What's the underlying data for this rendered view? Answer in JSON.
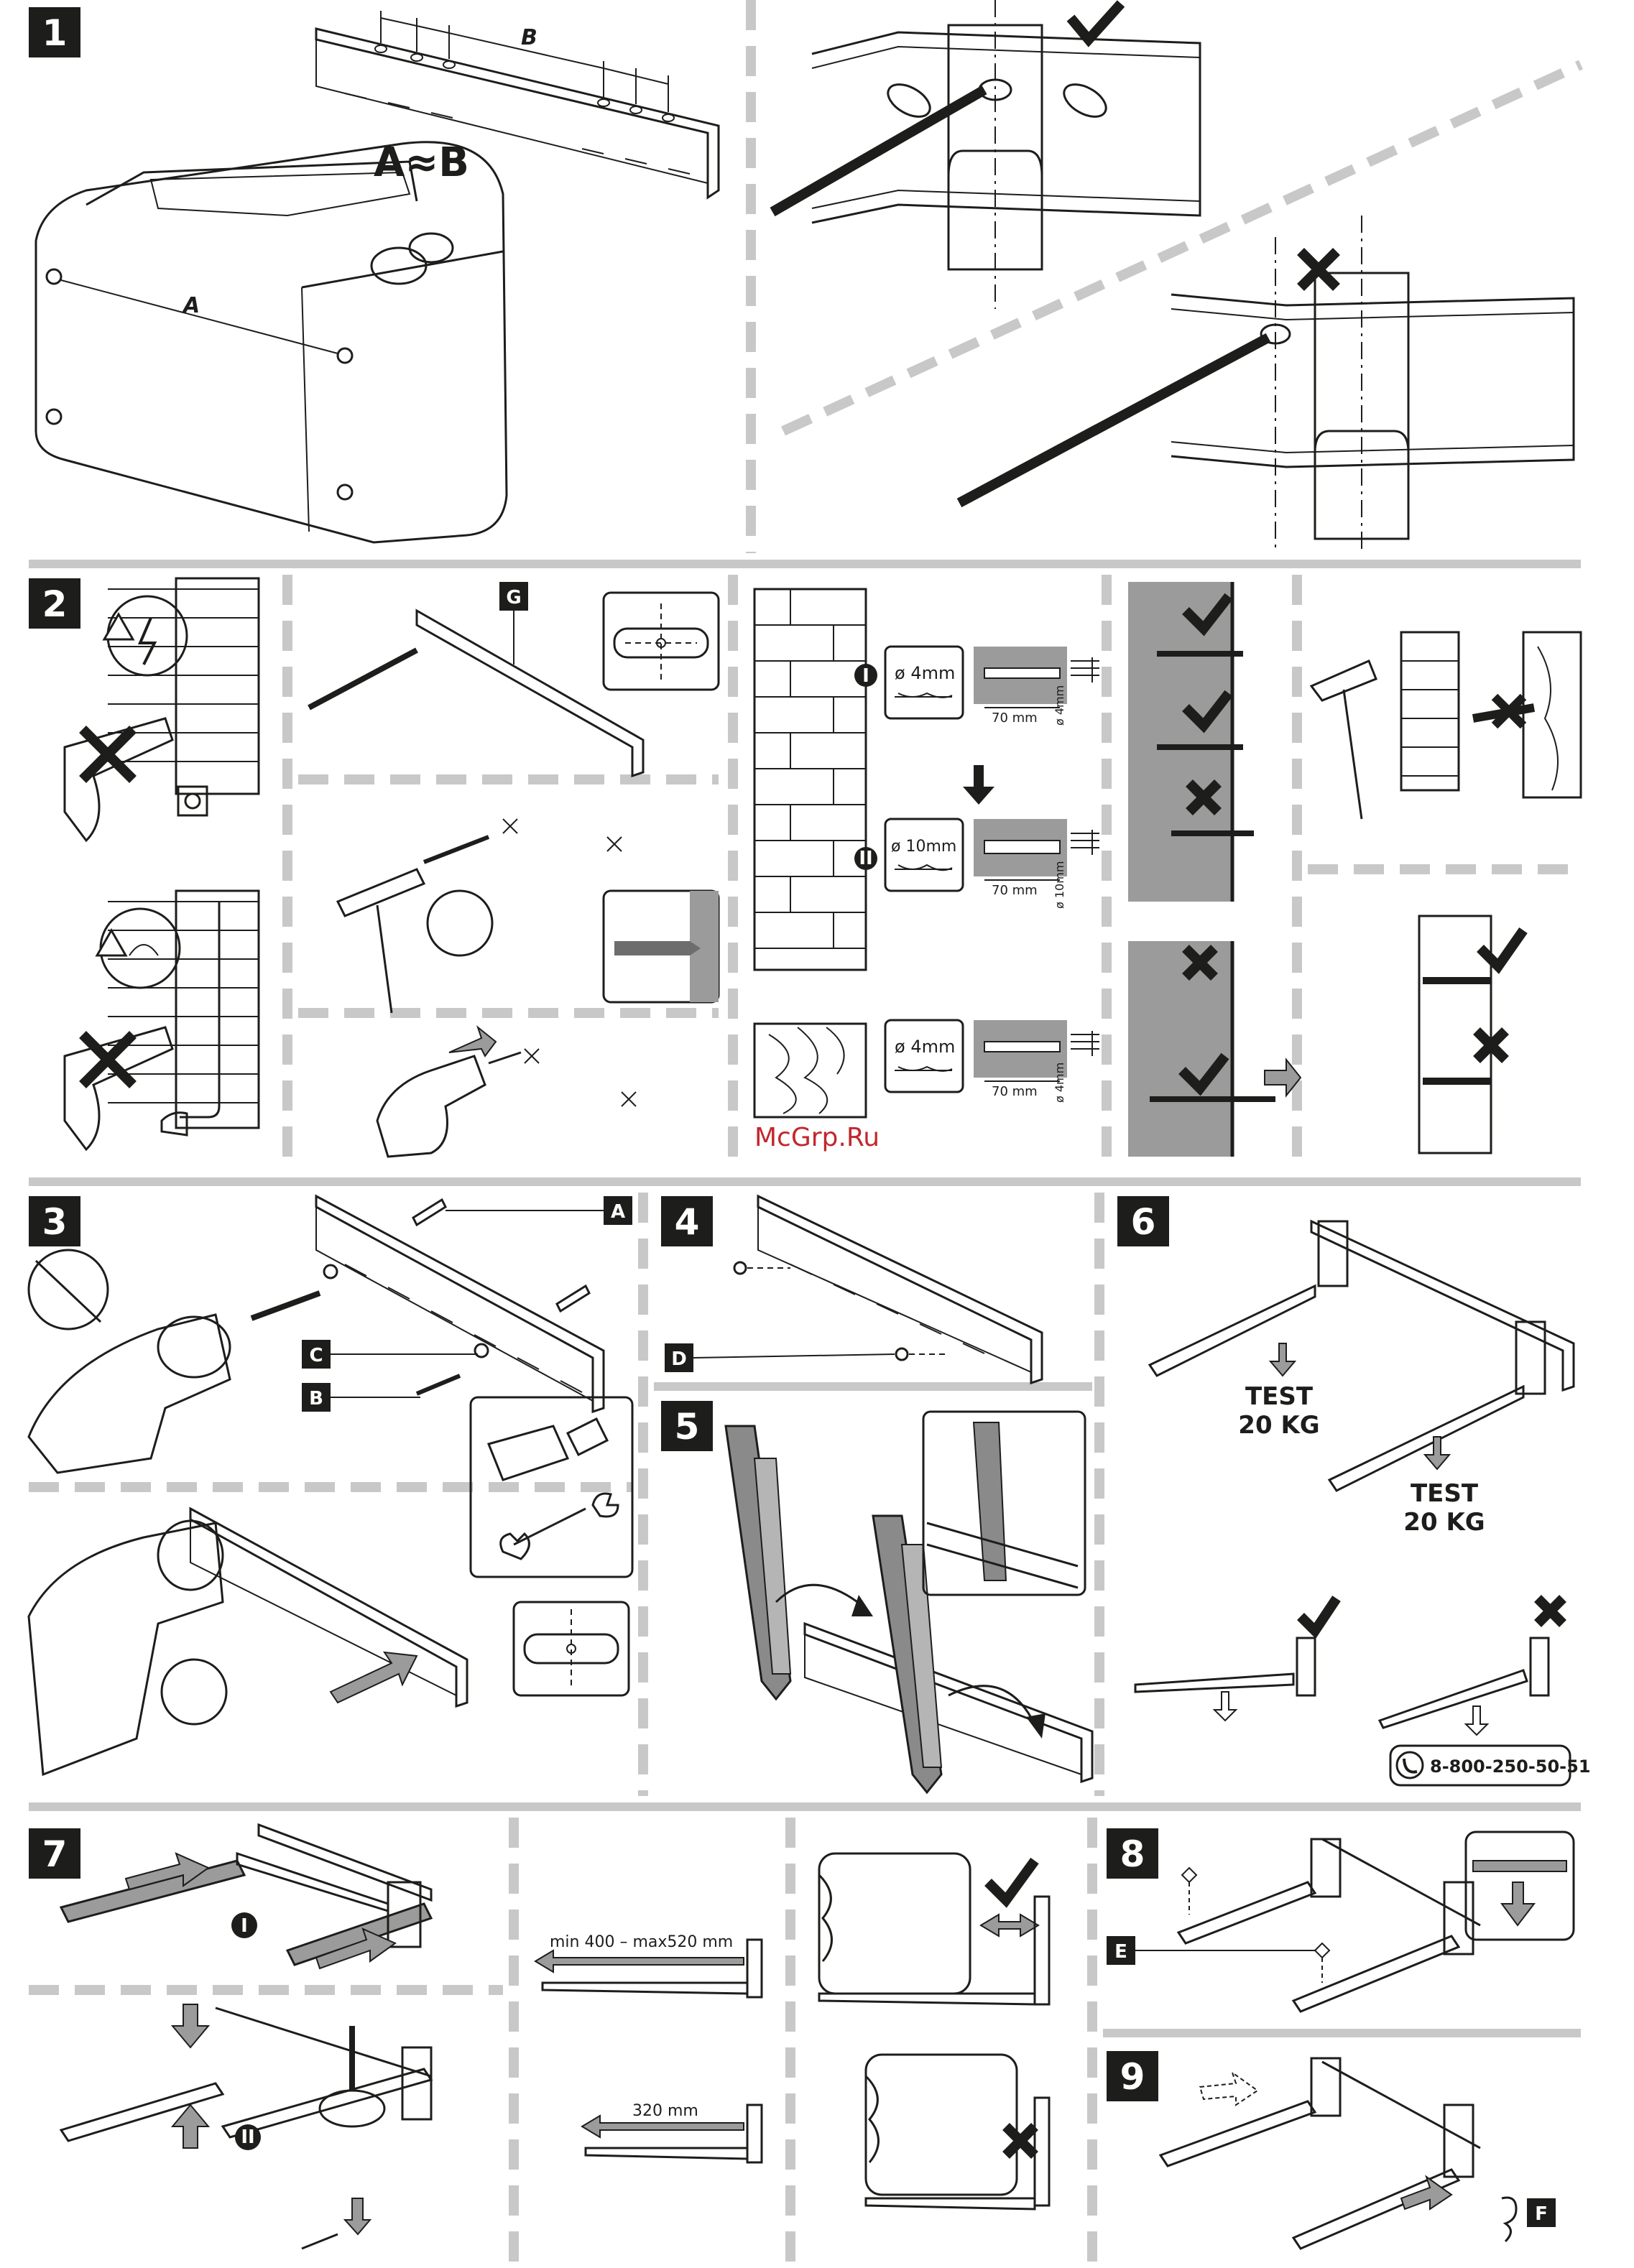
{
  "steps": [
    "1",
    "2",
    "3",
    "4",
    "5",
    "6",
    "7",
    "8",
    "9"
  ],
  "step1": {
    "dim_a": "A",
    "dim_b": "B",
    "equation": "A≈B"
  },
  "step2": {
    "label_g": "G",
    "drill_brick_1": "ø 4mm",
    "drill_brick_2": "ø 10mm",
    "drill_wood": "ø 4mm",
    "depth_1": "70 mm",
    "depth_2": "70 mm",
    "depth_3": "70 mm",
    "dia_1": "ø 4mm",
    "dia_2": "ø 10mm",
    "dia_3": "ø 4mm",
    "roman_1": "I",
    "roman_2": "II"
  },
  "step3": {
    "label_a": "A",
    "label_b": "B",
    "label_c": "C"
  },
  "step4": {
    "label_d": "D"
  },
  "step6": {
    "test_1_line1": "TEST",
    "test_1_line2": "20 KG",
    "test_2_line1": "TEST",
    "test_2_line2": "20 KG",
    "phone": "8-800-250-50-51"
  },
  "step7": {
    "roman_1": "I",
    "roman_2": "II",
    "range": "min 400 – max520 mm",
    "short": "320 mm"
  },
  "step8": {
    "label_e": "E"
  },
  "step9": {
    "label_f": "F"
  },
  "watermark": "McGrp.Ru",
  "colors": {
    "ink": "#1d1d1b",
    "divider": "#c8c8c8",
    "wall": "#9b9b9b",
    "watermark": "#c1272d"
  }
}
